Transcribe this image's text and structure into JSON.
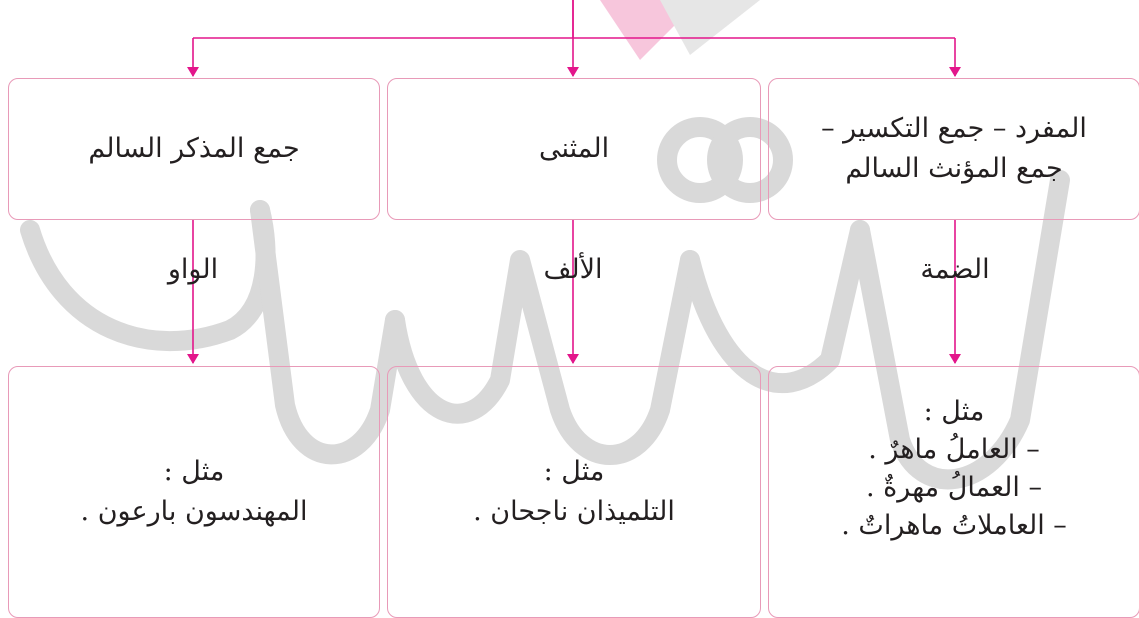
{
  "colors": {
    "arrow": "#e3168b",
    "border": "#e89ab8",
    "watermark": "#d9d9d9",
    "watermark_top": "#f7c6dc",
    "text": "#231f20"
  },
  "categories": [
    {
      "lines": [
        "جمع المذكر السالم"
      ]
    },
    {
      "lines": [
        "المثنى"
      ]
    },
    {
      "lines": [
        "المفرد – جمع التكسير –",
        "جمع المؤنث السالم"
      ]
    }
  ],
  "markers": [
    "الواو",
    "الألف",
    "الضمة"
  ],
  "examples": [
    {
      "lines": [
        "مثل :",
        "المهندسون بارعون ."
      ]
    },
    {
      "lines": [
        "مثل :",
        "التلميذان ناجحان ."
      ]
    },
    {
      "lines": [
        "مثل :",
        "– العاملُ ماهرٌ .",
        "– العمالُ مهرةٌ .",
        "– العاملاتُ ماهراتٌ ."
      ]
    }
  ]
}
